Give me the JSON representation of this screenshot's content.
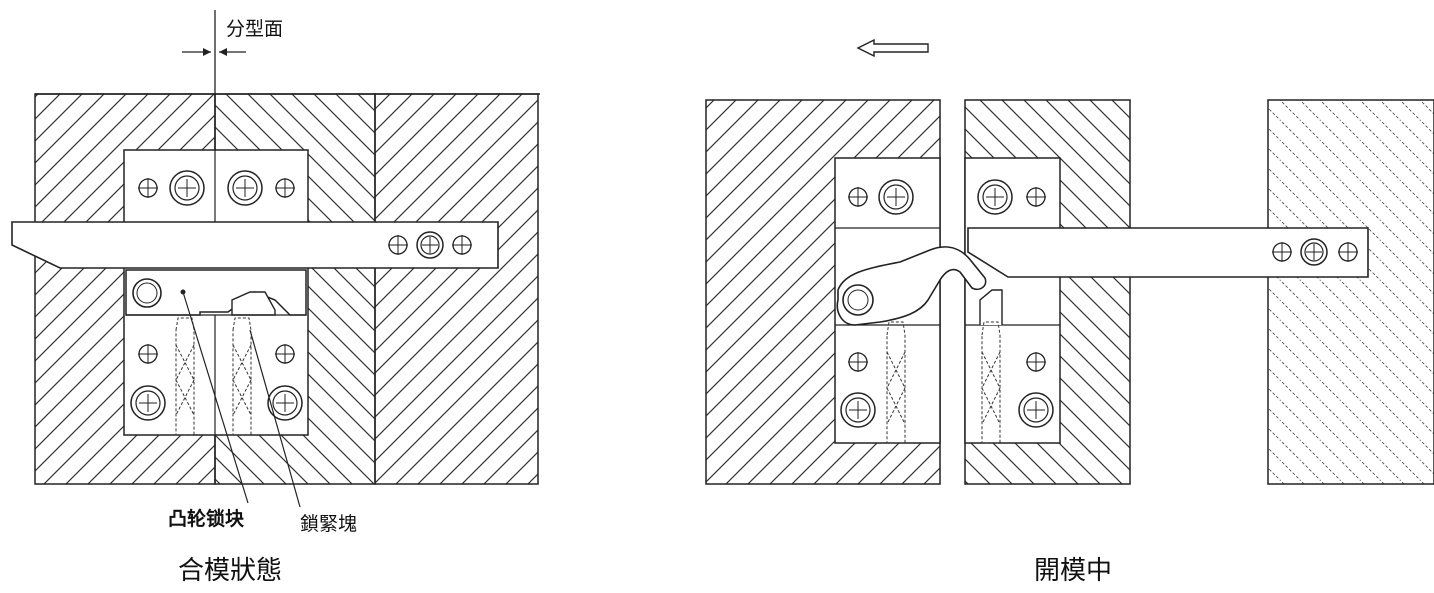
{
  "labels": {
    "parting_line": "分型面",
    "cam_lock_block": "凸轮锁块",
    "locking_block": "鎖緊塊"
  },
  "captions": {
    "closed": "合模狀態",
    "opening": "開模中"
  },
  "icons": {
    "direction": "arrow-left-icon",
    "fastener": "screw-head-icon",
    "dowel": "dowel-pin-icon"
  },
  "colors": {
    "line": "#222222",
    "background": "#ffffff"
  }
}
